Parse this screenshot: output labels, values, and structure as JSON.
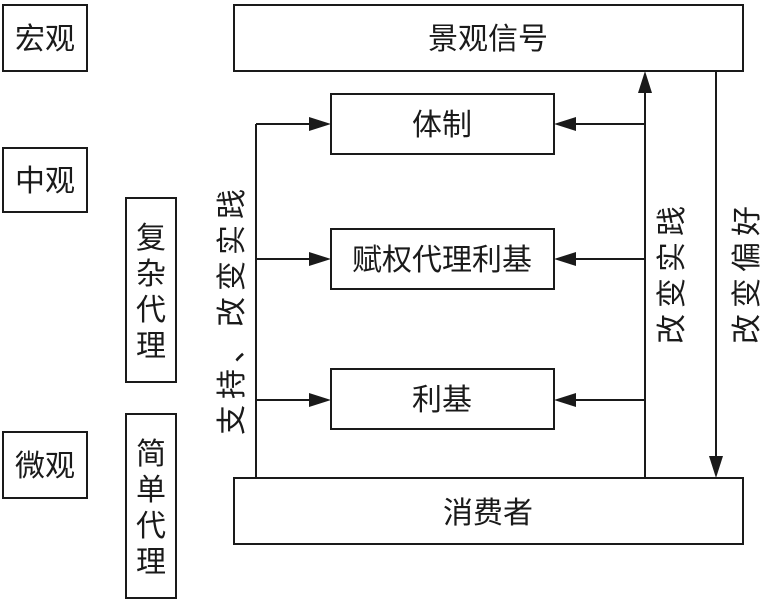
{
  "levels": {
    "macro": "宏观",
    "meso": "中观",
    "micro": "微观"
  },
  "agency": {
    "complex": [
      "复",
      "杂",
      "代",
      "理"
    ],
    "simple": [
      "简",
      "单",
      "代",
      "理"
    ]
  },
  "nodes": {
    "landscape_signal": "景观信号",
    "institution": "体制",
    "empowered_agent_interest": "赋权代理利基",
    "niche": "利基",
    "consumer": "消费者"
  },
  "edge_labels": {
    "support_change_practice": [
      "支",
      "持",
      "、",
      "改",
      "变",
      "实",
      "践"
    ],
    "change_practice": [
      "改",
      "变",
      "实",
      "践"
    ],
    "change_preference": [
      "改",
      "变",
      "偏",
      "好"
    ]
  }
}
